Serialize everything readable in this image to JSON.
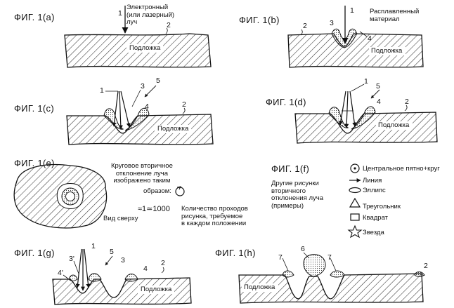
{
  "figures": {
    "a": {
      "title": "ФИГ. 1(a)",
      "beam_note": "Электронный\n(или лазерный)\nлуч",
      "ref_beam": "1",
      "ref_substrate": "2",
      "substrate": "Подложка"
    },
    "b": {
      "title": "ФИГ. 1(b)",
      "ref_beam": "1",
      "ref_substrate": "2",
      "ref_molten": "3",
      "ref_4": "4",
      "molten_note": "Расплавленный\nматериал",
      "substrate": "Подложка"
    },
    "c": {
      "title": "ФИГ. 1(c)",
      "ref_beam": "1",
      "ref_substrate": "2",
      "ref_3": "3",
      "ref_4": "4",
      "ref_5": "5",
      "substrate": "Подложка"
    },
    "d": {
      "title": "ФИГ. 1(d)",
      "ref_beam": "1",
      "ref_substrate": "2",
      "ref_4": "4",
      "ref_5": "5",
      "substrate": "Подложка"
    },
    "e": {
      "title": "ФИГ. 1(e)",
      "deflection_note": "Круговое вторичное\nотклонение луча\nизображено таким",
      "deflection_tail": "образом:",
      "view": "Вид сверху",
      "repeat_range": "≈1≃1000",
      "repeat_note": "Количество проходов\nрисунка, требуемое\nв каждом положении"
    },
    "f": {
      "title": "ФИГ. 1(f)",
      "other_note": "Другие рисунки\nвторичного\nотклонения луча\n(примеры)",
      "legend": [
        "Центральное пятно+круг",
        "Линия",
        "Эллипс",
        "Треугольник",
        "Квадрат",
        "Звезда"
      ]
    },
    "g": {
      "title": "ФИГ. 1(g)",
      "ref_beam": "1",
      "ref_substrate": "2",
      "ref_3": "3",
      "ref_3p": "3'",
      "ref_4": "4",
      "ref_4p": "4'",
      "ref_5": "5",
      "substrate": "Подложка"
    },
    "h": {
      "title": "ФИГ. 1(h)",
      "ref_substrate": "2",
      "ref_6": "6",
      "ref_7": "7",
      "substrate": "Подложка"
    }
  }
}
